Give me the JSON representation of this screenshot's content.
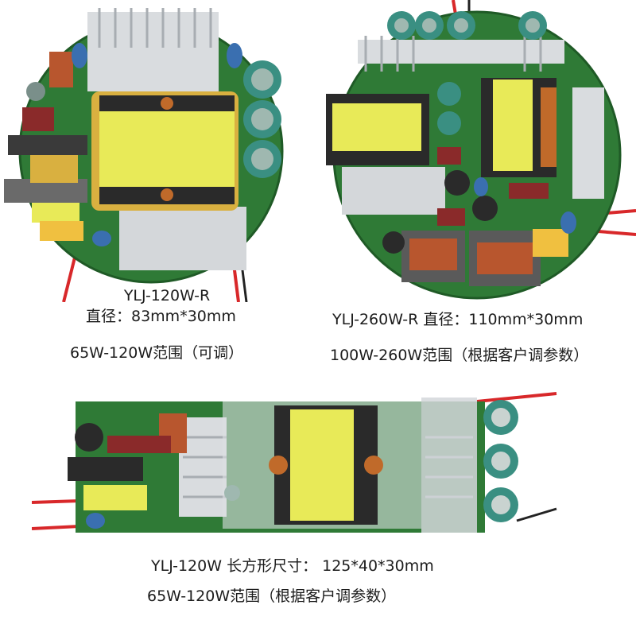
{
  "boards": [
    {
      "model": "YLJ-120W-R",
      "size": "直径：83mm*30mm",
      "range": "65W-120W范围（可调）"
    },
    {
      "model_size": "YLJ-260W-R 直径：110mm*30mm",
      "range": "100W-260W范围（根据客户调参数）"
    },
    {
      "model_size": "YLJ-120W 长方形尺寸： 125*40*30mm",
      "range": "65W-120W范围（根据客户调参数）"
    }
  ],
  "colors": {
    "pcb_green": "#2f7a36",
    "heatsink": "#d9dcdf",
    "transformer_yellow": "#e8ea58",
    "capacitor_teal": "#3a8f82",
    "wire_red": "#d8282a"
  }
}
